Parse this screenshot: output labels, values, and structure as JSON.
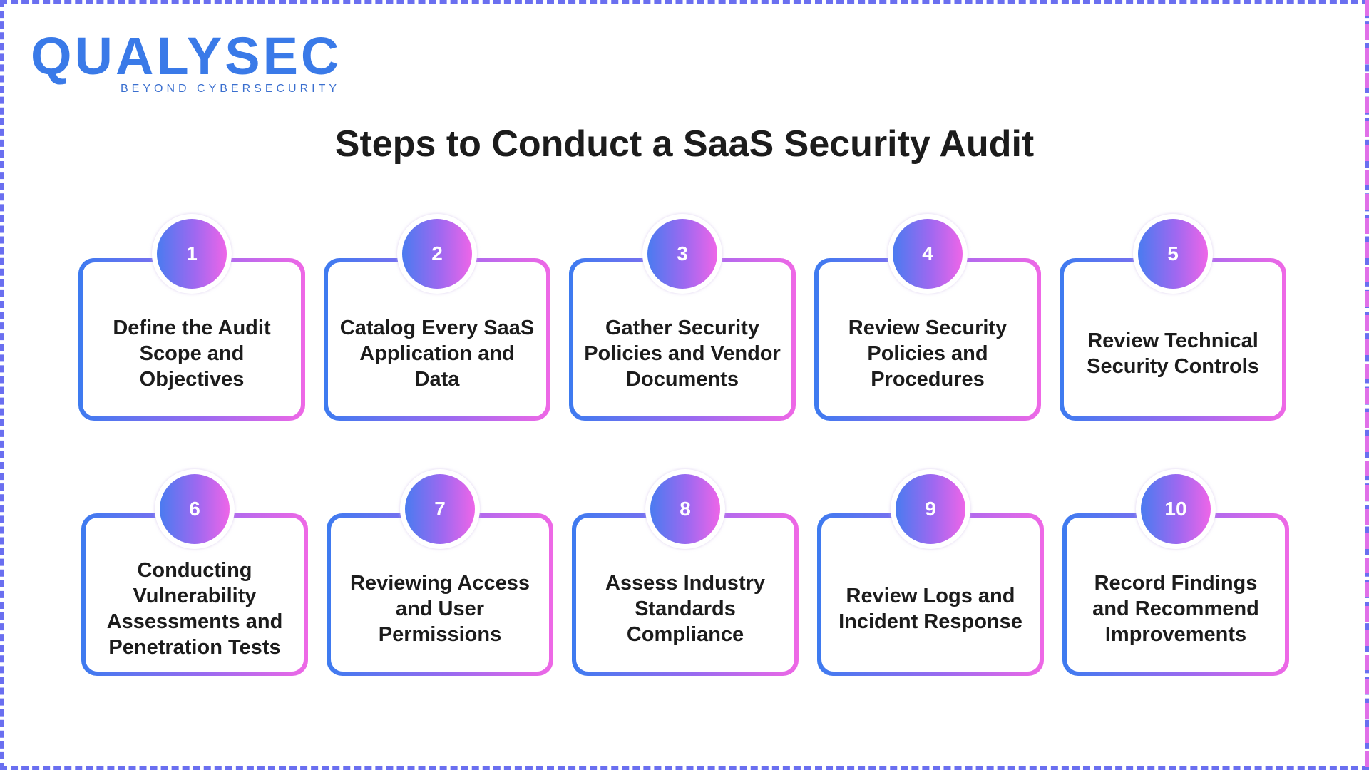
{
  "logo": {
    "name": "QUALYSEC",
    "tagline": "BEYOND CYBERSECURITY"
  },
  "title": "Steps to Conduct a SaaS Security Audit",
  "colors": {
    "gradient_start": "#3d7bf0",
    "gradient_end": "#ef68e6",
    "text": "#1c1c1c"
  },
  "steps": [
    {
      "number": "1",
      "label": "Define the Audit Scope and Objectives"
    },
    {
      "number": "2",
      "label": "Catalog Every SaaS Application and Data"
    },
    {
      "number": "3",
      "label": "Gather Security Policies and Vendor Documents"
    },
    {
      "number": "4",
      "label": "Review Security Policies and Procedures"
    },
    {
      "number": "5",
      "label": "Review Technical Security Controls"
    },
    {
      "number": "6",
      "label": "Conducting Vulnerability Assessments and Penetration Tests"
    },
    {
      "number": "7",
      "label": "Reviewing Access and User Permissions"
    },
    {
      "number": "8",
      "label": "Assess Industry Standards Compliance"
    },
    {
      "number": "9",
      "label": "Review Logs and Incident Response"
    },
    {
      "number": "10",
      "label": "Record Findings and Recommend Improvements"
    }
  ]
}
